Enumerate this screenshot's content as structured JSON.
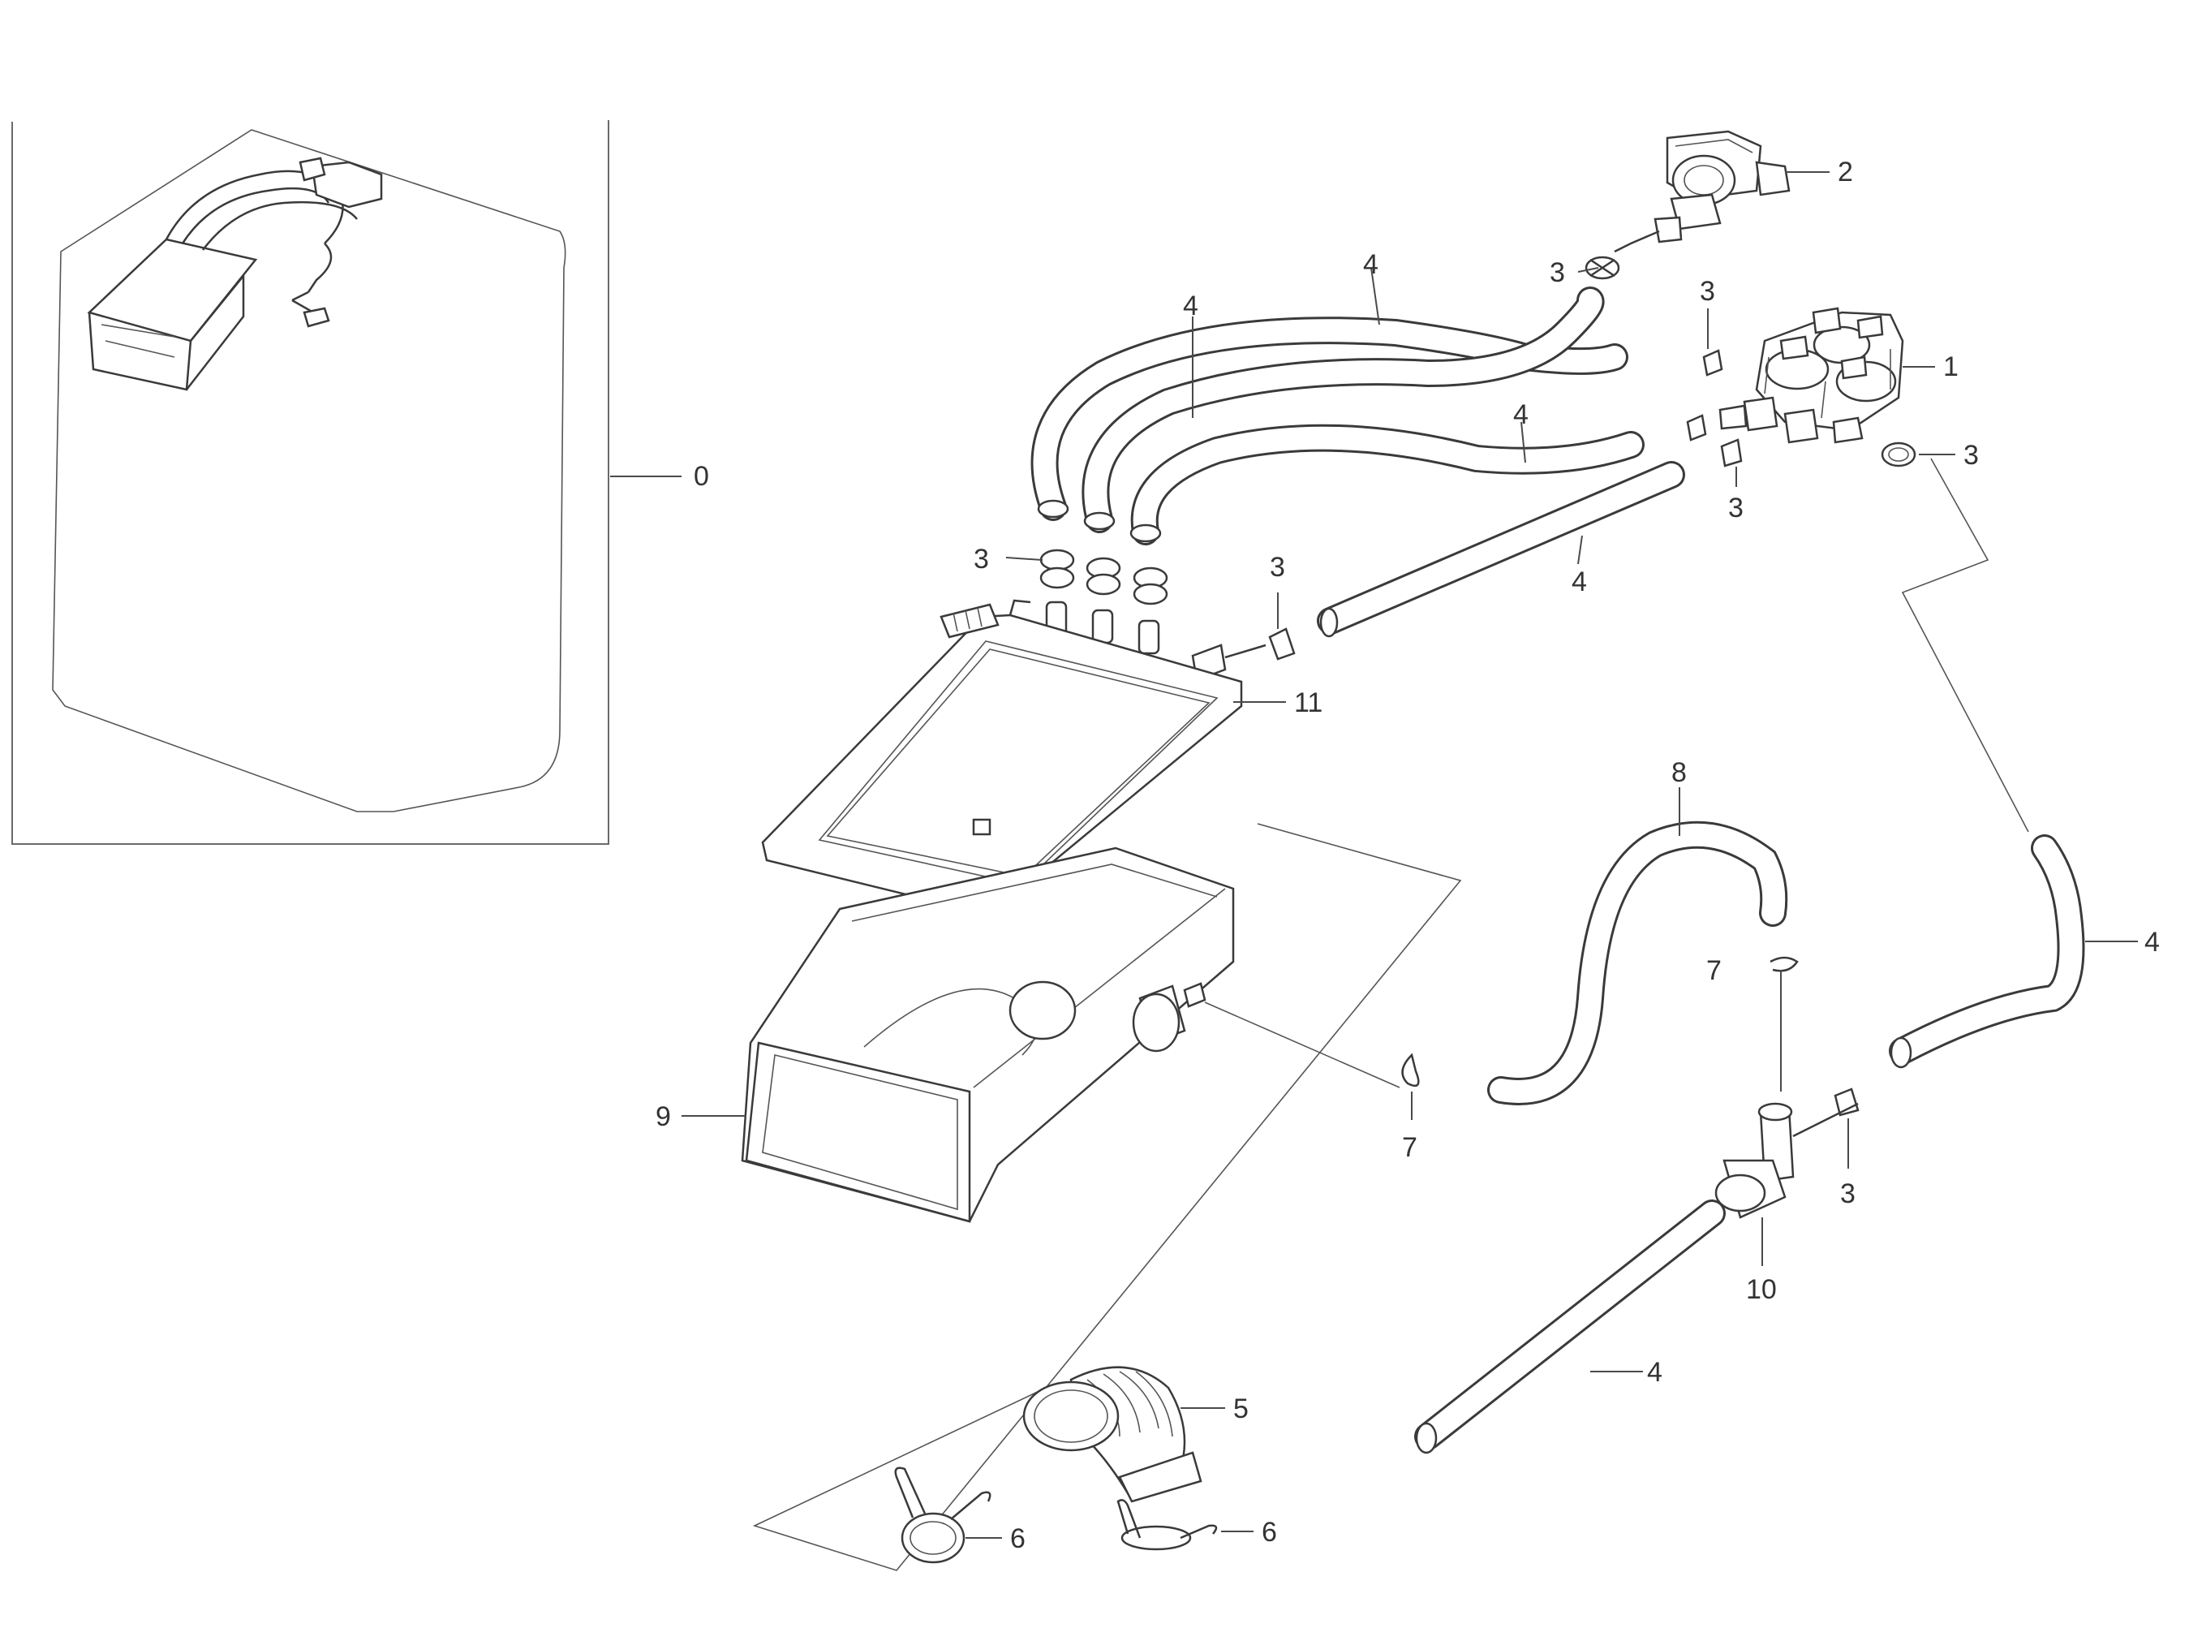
{
  "callouts": {
    "c0": "0",
    "c1": "1",
    "c2": "2",
    "c3a": "3",
    "c3b": "3",
    "c3c": "3",
    "c3d": "3",
    "c3e": "3",
    "c3f": "3",
    "c3g": "3",
    "c4a": "4",
    "c4b": "4",
    "c4c": "4",
    "c4d": "4",
    "c4e": "4",
    "c4f": "4",
    "c5": "5",
    "c6a": "6",
    "c6b": "6",
    "c7a": "7",
    "c7b": "7",
    "c8": "8",
    "c9": "9",
    "c10": "10",
    "c11": "11"
  }
}
